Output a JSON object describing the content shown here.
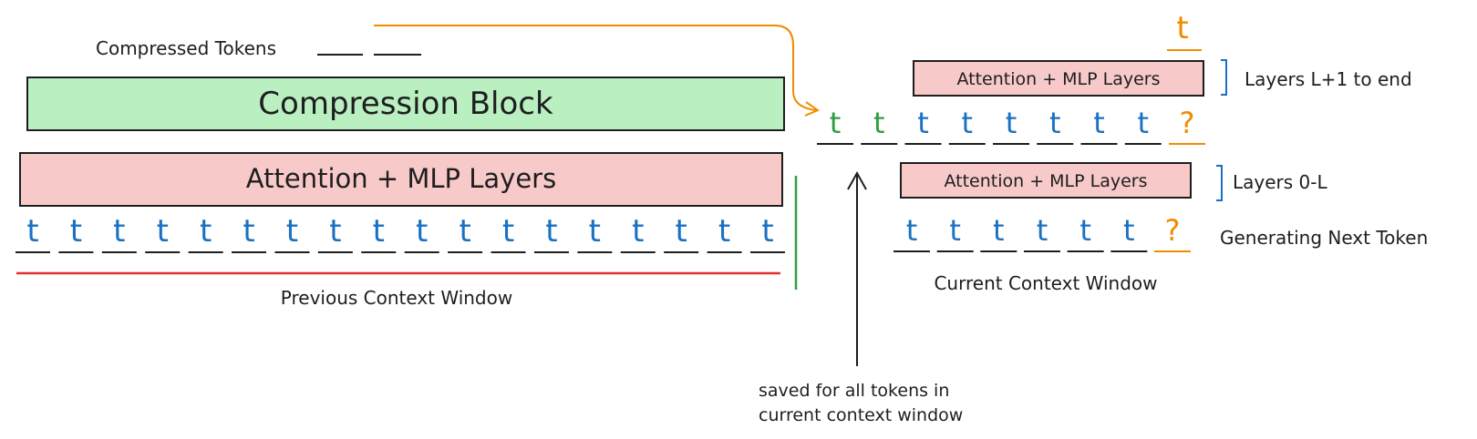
{
  "compressed_tokens_label": "Compressed Tokens",
  "compression_block_label": "Compression Block",
  "attention_mlp_label": "Attention + MLP Layers",
  "previous_context_label": "Previous Context Window",
  "current_context_label": "Current Context Window",
  "layers_upper_label": "Layers L+1 to end",
  "layers_lower_label": "Layers 0-L",
  "generating_label": "Generating Next Token",
  "saved_note_line1": "saved for all tokens in",
  "saved_note_line2": "current context window",
  "token_char": "t",
  "unknown_token_char": "?",
  "previous_tokens": [
    "t",
    "t",
    "t",
    "t",
    "t",
    "t",
    "t",
    "t",
    "t",
    "t",
    "t",
    "t",
    "t",
    "t",
    "t",
    "t",
    "t",
    "t"
  ],
  "upper_row_tokens": [
    {
      "text": "t",
      "kind": "compressed"
    },
    {
      "text": "t",
      "kind": "compressed"
    },
    {
      "text": "t",
      "kind": "normal"
    },
    {
      "text": "t",
      "kind": "normal"
    },
    {
      "text": "t",
      "kind": "normal"
    },
    {
      "text": "t",
      "kind": "normal"
    },
    {
      "text": "t",
      "kind": "normal"
    },
    {
      "text": "t",
      "kind": "normal"
    },
    {
      "text": "?",
      "kind": "next"
    }
  ],
  "lower_row_tokens": [
    {
      "text": "t",
      "kind": "normal"
    },
    {
      "text": "t",
      "kind": "normal"
    },
    {
      "text": "t",
      "kind": "normal"
    },
    {
      "text": "t",
      "kind": "normal"
    },
    {
      "text": "t",
      "kind": "normal"
    },
    {
      "text": "t",
      "kind": "normal"
    },
    {
      "text": "?",
      "kind": "next"
    }
  ],
  "output_token": "t",
  "colors": {
    "ink": "#1e1e1e",
    "token_blue": "#1971c2",
    "token_green": "#2f9e44",
    "token_orange": "#f08c00",
    "attention_fill": "#f8c9c9",
    "compression_fill": "#b9efc1",
    "red_line": "#e03131",
    "green_line": "#2f9e44",
    "bracket_blue": "#1971c2"
  }
}
